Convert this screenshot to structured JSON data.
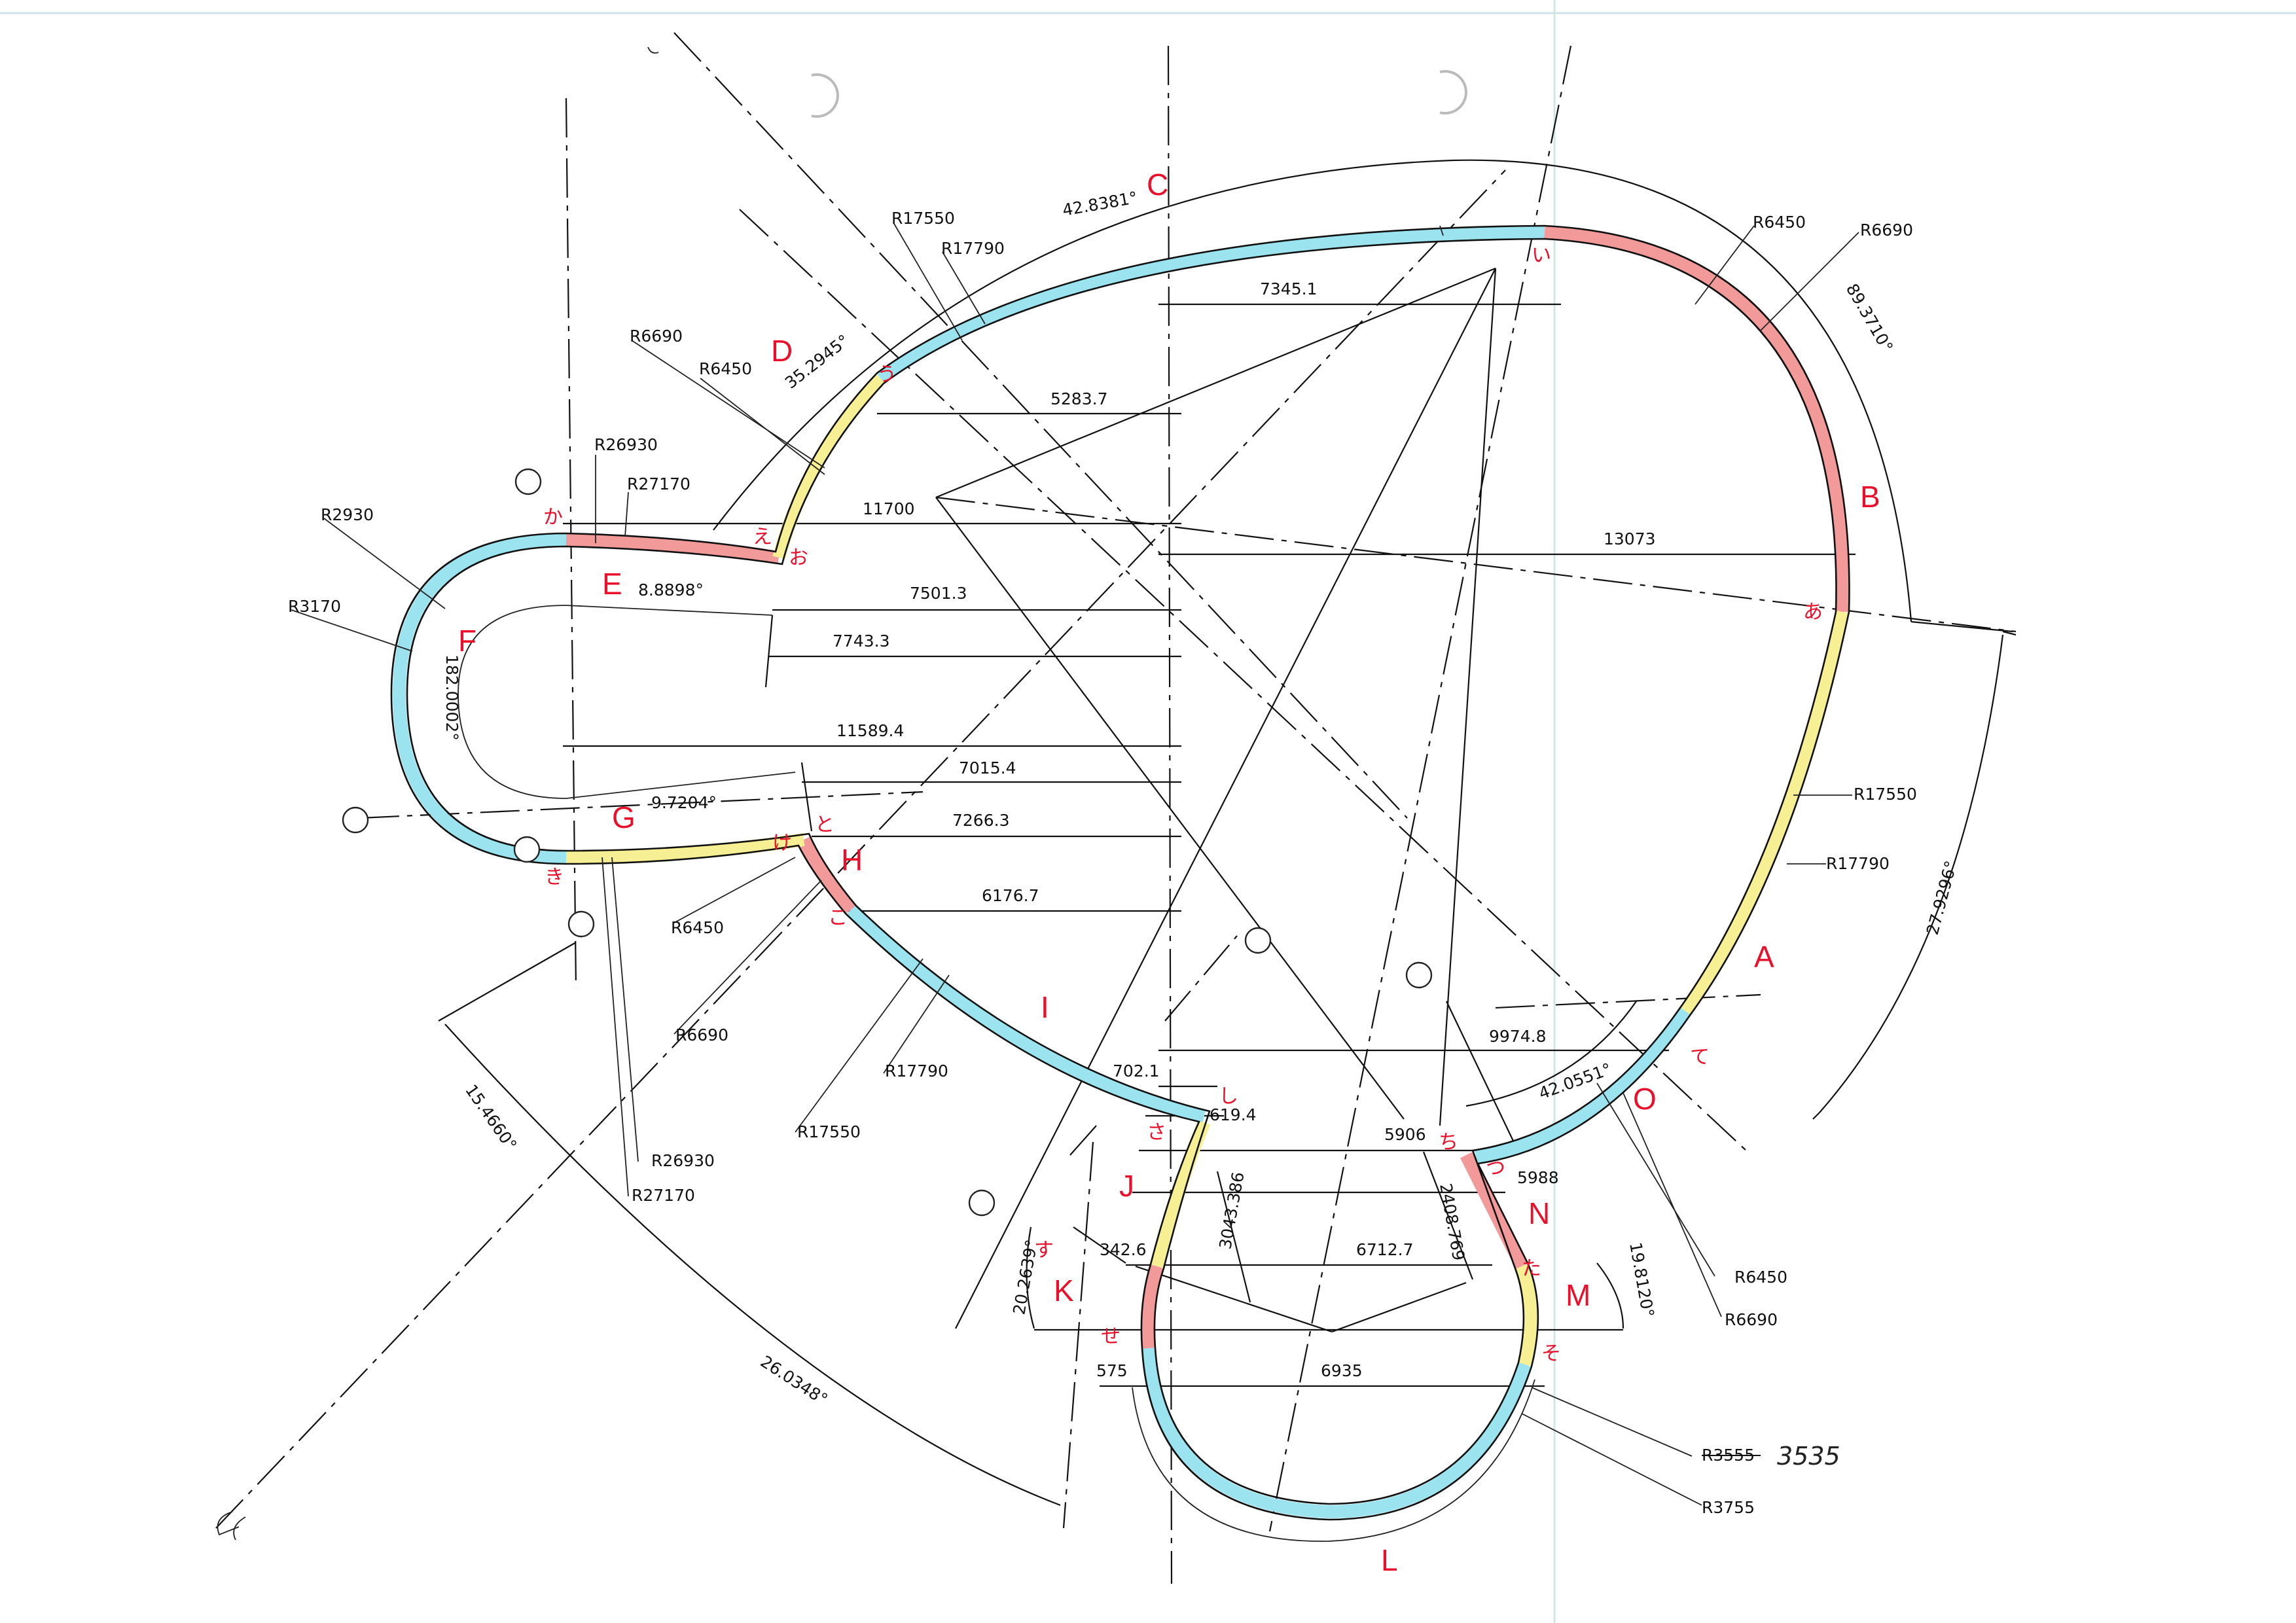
{
  "colors": {
    "cyan": "#9be3ee",
    "red": "#f29a9a",
    "yellow": "#f6ef93",
    "annotation": "#e8102a"
  },
  "segments": {
    "a": "A",
    "b": "B",
    "c": "C",
    "d": "D",
    "e": "E",
    "f": "F",
    "g": "G",
    "h": "H",
    "i": "I",
    "j": "J",
    "k": "K",
    "l": "L",
    "m": "M",
    "n": "N",
    "o": "O"
  },
  "points": {
    "i": "い",
    "u": "う",
    "e": "え",
    "o": "お",
    "ka": "か",
    "ki": "き",
    "ke": "け",
    "ko": "こ",
    "sa": "さ",
    "shi": "し",
    "su": "す",
    "se": "せ",
    "so": "そ",
    "ta": "た",
    "chi": "ち",
    "tsu": "つ",
    "te": "て",
    "to": "と",
    "a": "あ"
  },
  "angles": {
    "c": "42.8381°",
    "b": "89.3710°",
    "d": "35.2945°",
    "e": "8.8898°",
    "f": "182.0002°",
    "g": "9.7204°",
    "a": "27.9296°",
    "o": "42.0551°",
    "k": "20.2639°",
    "m": "19.8120°",
    "p1": "15.4660°",
    "p2": "26.0348°"
  },
  "radii": {
    "r6450": "R6450",
    "r6690": "R6690",
    "r17550": "R17550",
    "r17790": "R17790",
    "r26930": "R26930",
    "r27170": "R27170",
    "r2930": "R2930",
    "r3170": "R3170",
    "r3555": "R3555",
    "r3755": "R3755",
    "handwritten": "3535"
  },
  "dimensions": {
    "d7345": "7345.1",
    "d5283": "5283.7",
    "d11700": "11700",
    "d13073": "13073",
    "d7501": "7501.3",
    "d7743": "7743.3",
    "d11589": "11589.4",
    "d7015": "7015.4",
    "d7266": "7266.3",
    "d6176": "6176.7",
    "d9974": "9974.8",
    "d702": "702.1",
    "d619": "619.4",
    "d5906": "5906",
    "d5988": "5988",
    "d3043": "3043.386",
    "d2408": "2408.769",
    "d342": "342.6",
    "d6712": "6712.7",
    "d575": "575",
    "d6935": "6935"
  }
}
